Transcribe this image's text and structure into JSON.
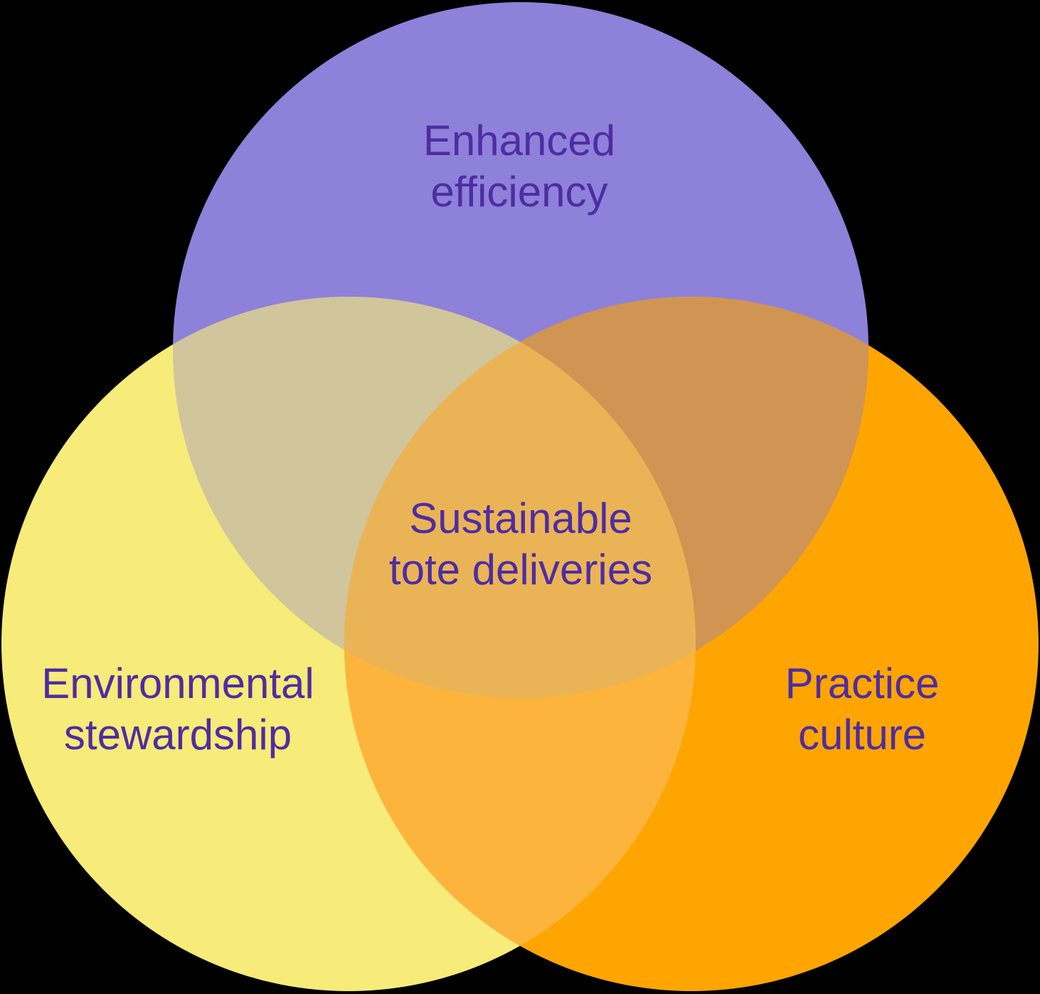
{
  "background_color": "#000000",
  "text_color": "#4E2DA2",
  "diagram": {
    "type": "venn",
    "circles": [
      {
        "id": "enhanced-efficiency",
        "label": "Enhanced efficiency",
        "line1": "Enhanced",
        "line2": "efficiency",
        "color": "#8E81D9",
        "position": "top"
      },
      {
        "id": "environmental-stewardship",
        "label": "Environmental stewardship",
        "line1": "Environmental",
        "line2": "stewardship",
        "color": "#F7EB79",
        "position": "bottom-left"
      },
      {
        "id": "practice-culture",
        "label": "Practice culture",
        "line1": "Practice",
        "line2": "culture",
        "color": "#FFA502",
        "position": "bottom-right"
      }
    ],
    "overlaps": {
      "top_and_left": {
        "color": "#D1C59C"
      },
      "top_and_right": {
        "color": "#D19553"
      },
      "left_and_right": {
        "color": "#FCB43D"
      },
      "center": {
        "color": "#EAB456",
        "label": "Sustainable tote deliveries",
        "line1": "Sustainable",
        "line2": "tote deliveries"
      }
    }
  }
}
